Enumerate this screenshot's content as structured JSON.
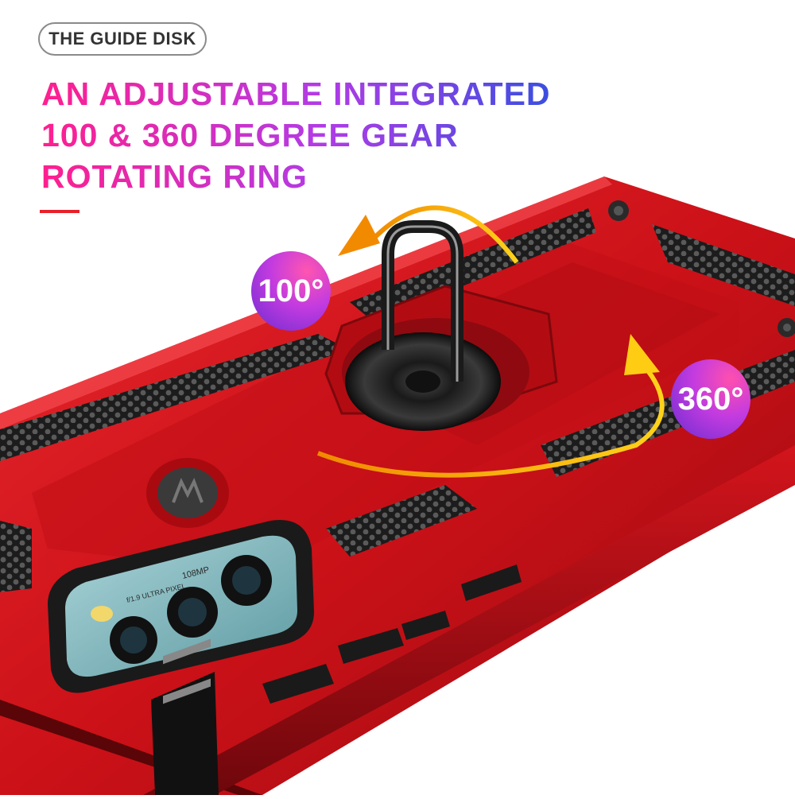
{
  "tag": {
    "label": "THE GUIDE DISK"
  },
  "headline": {
    "line1": "AN ADJUSTABLE INTEGRATED",
    "line2": "100 & 360 DEGREE GEAR",
    "line3": "ROTATING RING"
  },
  "badges": {
    "small_angle": "100°",
    "full_angle": "360°"
  },
  "camera_module": {
    "lens_text": "108MP",
    "lens_detail": "f/1.9 ULTRA PIXEL"
  },
  "colors": {
    "case": "#d4141c",
    "case_dark": "#8c0a10",
    "honeycomb": "#2a2a2a",
    "ring": "#1a1a1a",
    "arrow": "#f5b800",
    "accent": "#e8202a",
    "headline_start": "#ff1f8e",
    "headline_end": "#3a4fe0"
  }
}
